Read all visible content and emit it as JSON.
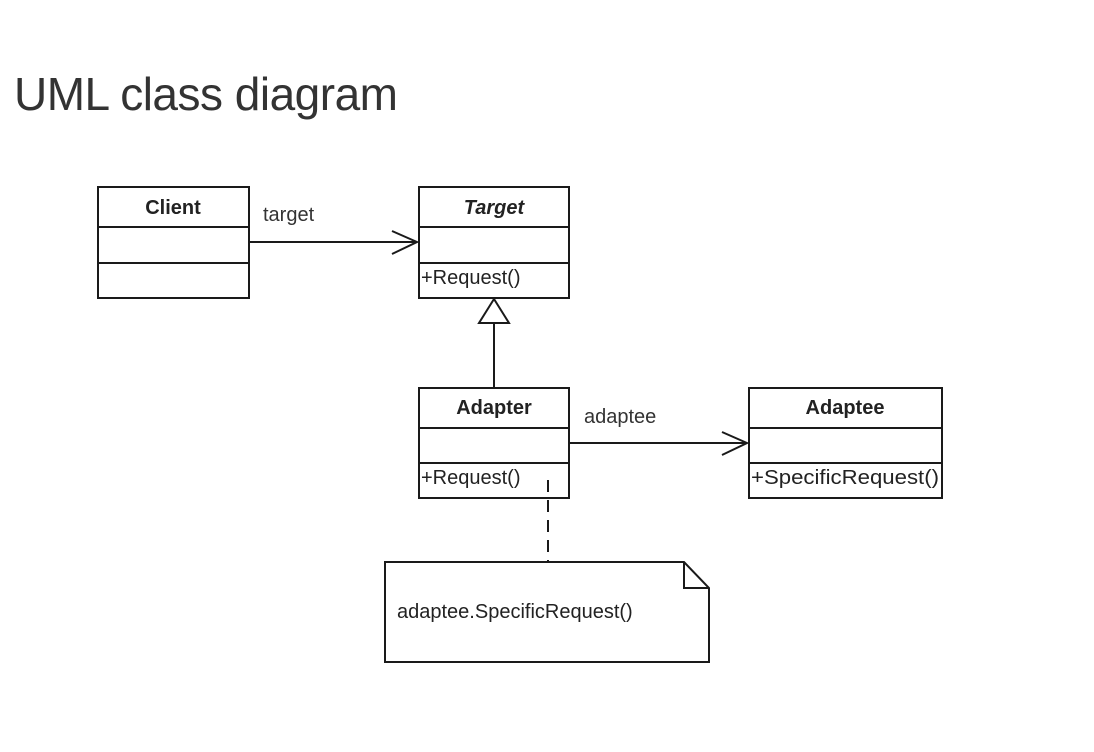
{
  "page": {
    "title": "UML class diagram"
  },
  "diagram": {
    "classes": {
      "client": {
        "name": "Client",
        "operations": []
      },
      "target": {
        "name": "Target",
        "abstract": true,
        "operations": [
          "+Request()"
        ]
      },
      "adapter": {
        "name": "Adapter",
        "operations": [
          "+Request()"
        ]
      },
      "adaptee": {
        "name": "Adaptee",
        "operations": [
          "+SpecificRequest()"
        ]
      }
    },
    "associations": {
      "client_target": {
        "label": "target",
        "kind": "directed-association"
      },
      "adapter_adaptee": {
        "label": "adaptee",
        "kind": "directed-association"
      }
    },
    "generalization": {
      "from": "Adapter",
      "to": "Target",
      "kind": "generalization"
    },
    "note": {
      "text": "adaptee.SpecificRequest()",
      "attached_to": "Adapter.+Request()"
    },
    "colors": {
      "line": "#1a1a1a",
      "box_fill": "#ffffff",
      "title_text": "#333333"
    }
  }
}
